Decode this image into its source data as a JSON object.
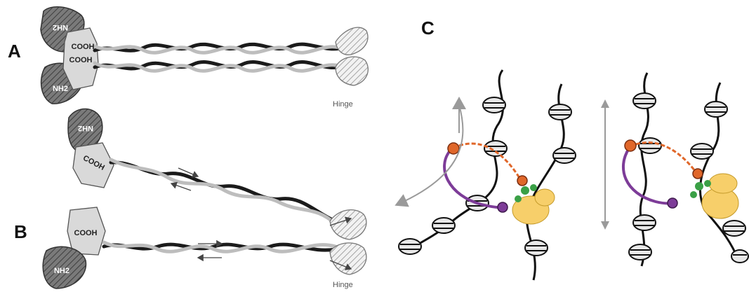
{
  "panels": {
    "a": {
      "label": "A",
      "head_top": "NH2",
      "head_bottom": "NH2",
      "tail_top": "COOH",
      "tail_bottom": "COOH",
      "hinge": "Hinge"
    },
    "b": {
      "label": "B",
      "head_upper": "NH2",
      "tail_upper": "COOH",
      "tail_lower": "COOH",
      "head_lower": "NH2",
      "hinge": "Hinge"
    },
    "c": {
      "label": "C"
    }
  },
  "colors": {
    "strand_dark": "#1b1b1b",
    "strand_light": "#bdbdbd",
    "head_fill": "#7a7a7a",
    "tail_fill": "#d9d9d9",
    "purple": "#7d3c98",
    "orange": "#e0672a",
    "green": "#3aa046",
    "yellow": "#f7cf6a",
    "arrow_grey": "#9a9a9a"
  }
}
